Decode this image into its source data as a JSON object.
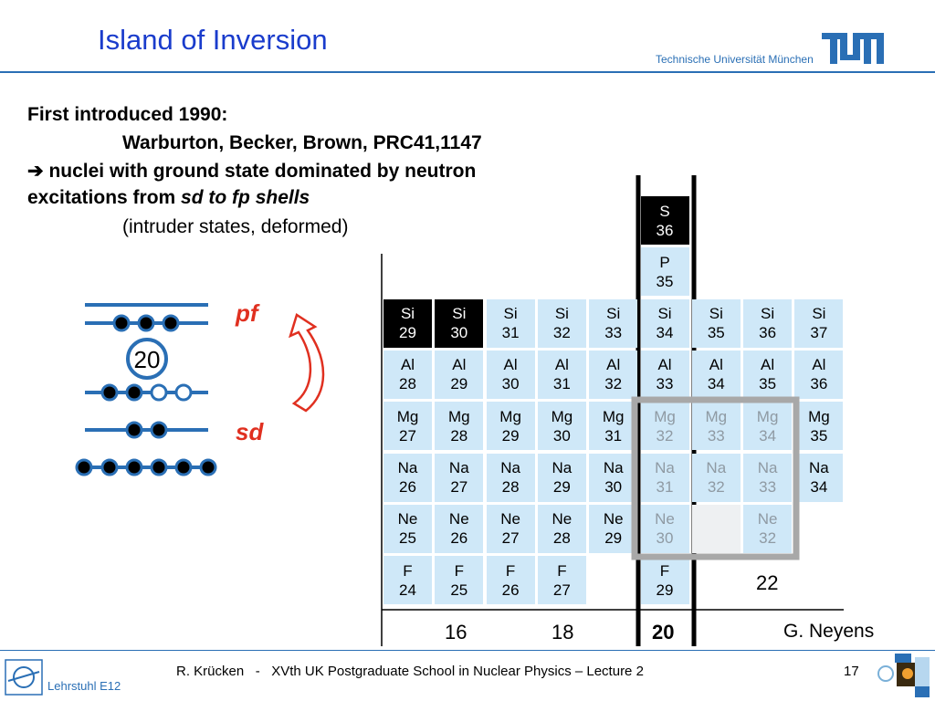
{
  "title": "Island of Inversion",
  "institution": "Technische Universität München",
  "text": {
    "line1": "First introduced 1990:",
    "line2": "Warburton, Becker, Brown, PRC41,1147",
    "arrow": "➔",
    "line3": "nuclei with ground state dominated by neutron",
    "line4a": "excitations from ",
    "line4b": "sd to fp shells",
    "line5": "(intruder states, deformed)"
  },
  "shell": {
    "pf": "pf",
    "sd": "sd",
    "magic": "20"
  },
  "chart": {
    "cells": [
      {
        "el": "S",
        "a": "36",
        "style": "dark"
      },
      {
        "el": "P",
        "a": "35",
        "style": "light"
      },
      {
        "el": "Si",
        "a": "29",
        "style": "dark"
      },
      {
        "el": "Si",
        "a": "30",
        "style": "dark"
      },
      {
        "el": "Si",
        "a": "31",
        "style": "light"
      },
      {
        "el": "Si",
        "a": "32",
        "style": "light"
      },
      {
        "el": "Si",
        "a": "33",
        "style": "light"
      },
      {
        "el": "Si",
        "a": "34",
        "style": "light"
      },
      {
        "el": "Si",
        "a": "35",
        "style": "light"
      },
      {
        "el": "Si",
        "a": "36",
        "style": "light"
      },
      {
        "el": "Si",
        "a": "37",
        "style": "light"
      },
      {
        "el": "Al",
        "a": "28",
        "style": "light"
      },
      {
        "el": "Al",
        "a": "29",
        "style": "light"
      },
      {
        "el": "Al",
        "a": "30",
        "style": "light"
      },
      {
        "el": "Al",
        "a": "31",
        "style": "light"
      },
      {
        "el": "Al",
        "a": "32",
        "style": "light"
      },
      {
        "el": "Al",
        "a": "33",
        "style": "light"
      },
      {
        "el": "Al",
        "a": "34",
        "style": "light"
      },
      {
        "el": "Al",
        "a": "35",
        "style": "light"
      },
      {
        "el": "Al",
        "a": "36",
        "style": "light"
      },
      {
        "el": "Mg",
        "a": "27",
        "style": "light"
      },
      {
        "el": "Mg",
        "a": "28",
        "style": "light"
      },
      {
        "el": "Mg",
        "a": "29",
        "style": "light"
      },
      {
        "el": "Mg",
        "a": "30",
        "style": "light"
      },
      {
        "el": "Mg",
        "a": "31",
        "style": "light"
      },
      {
        "el": "Mg",
        "a": "32",
        "style": "gray"
      },
      {
        "el": "Mg",
        "a": "33",
        "style": "gray"
      },
      {
        "el": "Mg",
        "a": "34",
        "style": "gray"
      },
      {
        "el": "Mg",
        "a": "35",
        "style": "light"
      },
      {
        "el": "Na",
        "a": "26",
        "style": "light"
      },
      {
        "el": "Na",
        "a": "27",
        "style": "light"
      },
      {
        "el": "Na",
        "a": "28",
        "style": "light"
      },
      {
        "el": "Na",
        "a": "29",
        "style": "light"
      },
      {
        "el": "Na",
        "a": "30",
        "style": "light"
      },
      {
        "el": "Na",
        "a": "31",
        "style": "gray"
      },
      {
        "el": "Na",
        "a": "32",
        "style": "gray"
      },
      {
        "el": "Na",
        "a": "33",
        "style": "gray"
      },
      {
        "el": "Na",
        "a": "34",
        "style": "light"
      },
      {
        "el": "Ne",
        "a": "25",
        "style": "light"
      },
      {
        "el": "Ne",
        "a": "26",
        "style": "light"
      },
      {
        "el": "Ne",
        "a": "27",
        "style": "light"
      },
      {
        "el": "Ne",
        "a": "28",
        "style": "light"
      },
      {
        "el": "Ne",
        "a": "29",
        "style": "light"
      },
      {
        "el": "Ne",
        "a": "30",
        "style": "gray"
      },
      {
        "el": "",
        "a": "",
        "style": "empty"
      },
      {
        "el": "Ne",
        "a": "32",
        "style": "gray"
      },
      {
        "el": "F",
        "a": "24",
        "style": "light"
      },
      {
        "el": "F",
        "a": "25",
        "style": "light"
      },
      {
        "el": "F",
        "a": "26",
        "style": "light"
      },
      {
        "el": "F",
        "a": "27",
        "style": "light"
      },
      {
        "el": "F",
        "a": "29",
        "style": "light"
      }
    ],
    "n_labels": [
      "16",
      "18",
      "20",
      "22"
    ]
  },
  "author": "G. Neyens",
  "footer": {
    "text": "R. Krücken   -   XVth UK Postgraduate School in Nuclear Physics – Lecture 2",
    "page": "17",
    "chair": "Lehrstuhl E12"
  },
  "colors": {
    "title": "#1a3ccc",
    "accent": "#2a6fb5",
    "cell": "#cfe8f8",
    "shell_red": "#e03020"
  }
}
